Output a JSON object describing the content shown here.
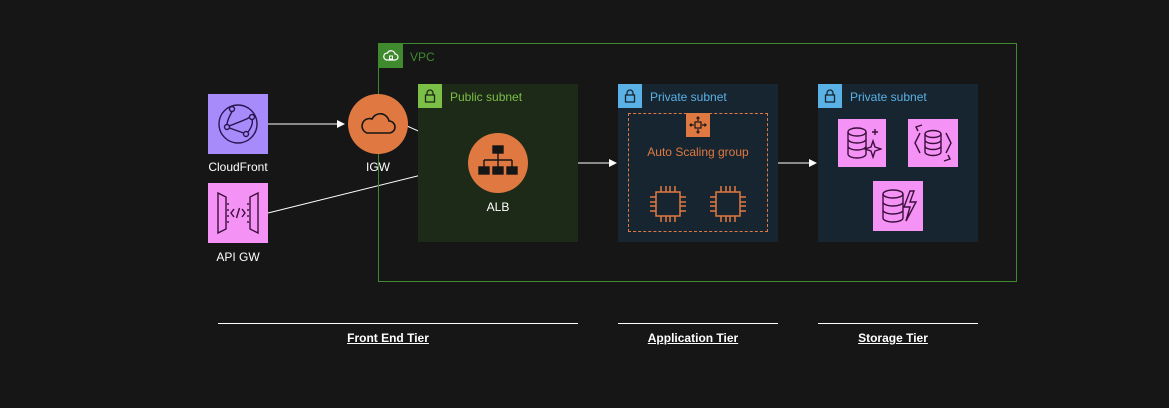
{
  "vpc": {
    "label": "VPC"
  },
  "subnets": {
    "public": {
      "label": "Public subnet",
      "color": "#7bbf47"
    },
    "private_app": {
      "label": "Private subnet",
      "color": "#5ab1e6"
    },
    "private_storage": {
      "label": "Private subnet",
      "color": "#5ab1e6"
    }
  },
  "nodes": {
    "cloudfront": {
      "label": "CloudFront",
      "icon": "cloudfront-icon"
    },
    "api_gw": {
      "label": "API GW",
      "icon": "api-gateway-icon"
    },
    "igw": {
      "label": "IGW",
      "icon": "internet-gateway-icon"
    },
    "alb": {
      "label": "ALB",
      "icon": "load-balancer-icon"
    },
    "asg": {
      "label": "Auto Scaling group",
      "icon": "auto-scaling-icon"
    }
  },
  "tiers": {
    "front_end": "Front End Tier",
    "application": "Application Tier",
    "storage": "Storage Tier"
  },
  "colors": {
    "background": "#161616",
    "vpc_green": "#3f8a2e",
    "orange": "#e07941",
    "pink": "#f592f5",
    "purple": "#a78bfa",
    "public_subnet_fill": "#1e2a18",
    "private_subnet_fill": "#172530"
  }
}
